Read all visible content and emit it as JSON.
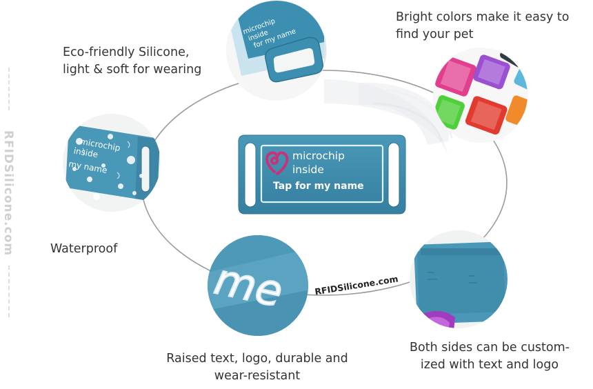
{
  "product": {
    "logo_line1": "microchip",
    "logo_line2": "inside",
    "tagline": "Tap for my name"
  },
  "features": {
    "eco": [
      "Eco-friendly Silicone,",
      "light & soft for wearing"
    ],
    "colors": [
      "Bright colors make it easy to",
      "find your pet"
    ],
    "waterproof": [
      "Waterproof"
    ],
    "raised": [
      "Raised text, logo, durable and",
      "wear-resistant"
    ],
    "sides": [
      "Both sides can be custom-",
      "ized with text and logo"
    ]
  },
  "watermark": {
    "side": "RFIDSilicone.com",
    "path": "RFIDSilicone.com"
  },
  "detail_texts": {
    "eco_tag": [
      "microchip",
      "inside",
      "for my name"
    ],
    "water_tag": [
      "microchip",
      "inside",
      "my name"
    ],
    "raised_tag": "me"
  },
  "colors": {
    "tag_blue": "#3a8aab",
    "accent_pink": "#c8327a",
    "path_gray": "#9a9a9a",
    "caption_text": "#333333"
  }
}
